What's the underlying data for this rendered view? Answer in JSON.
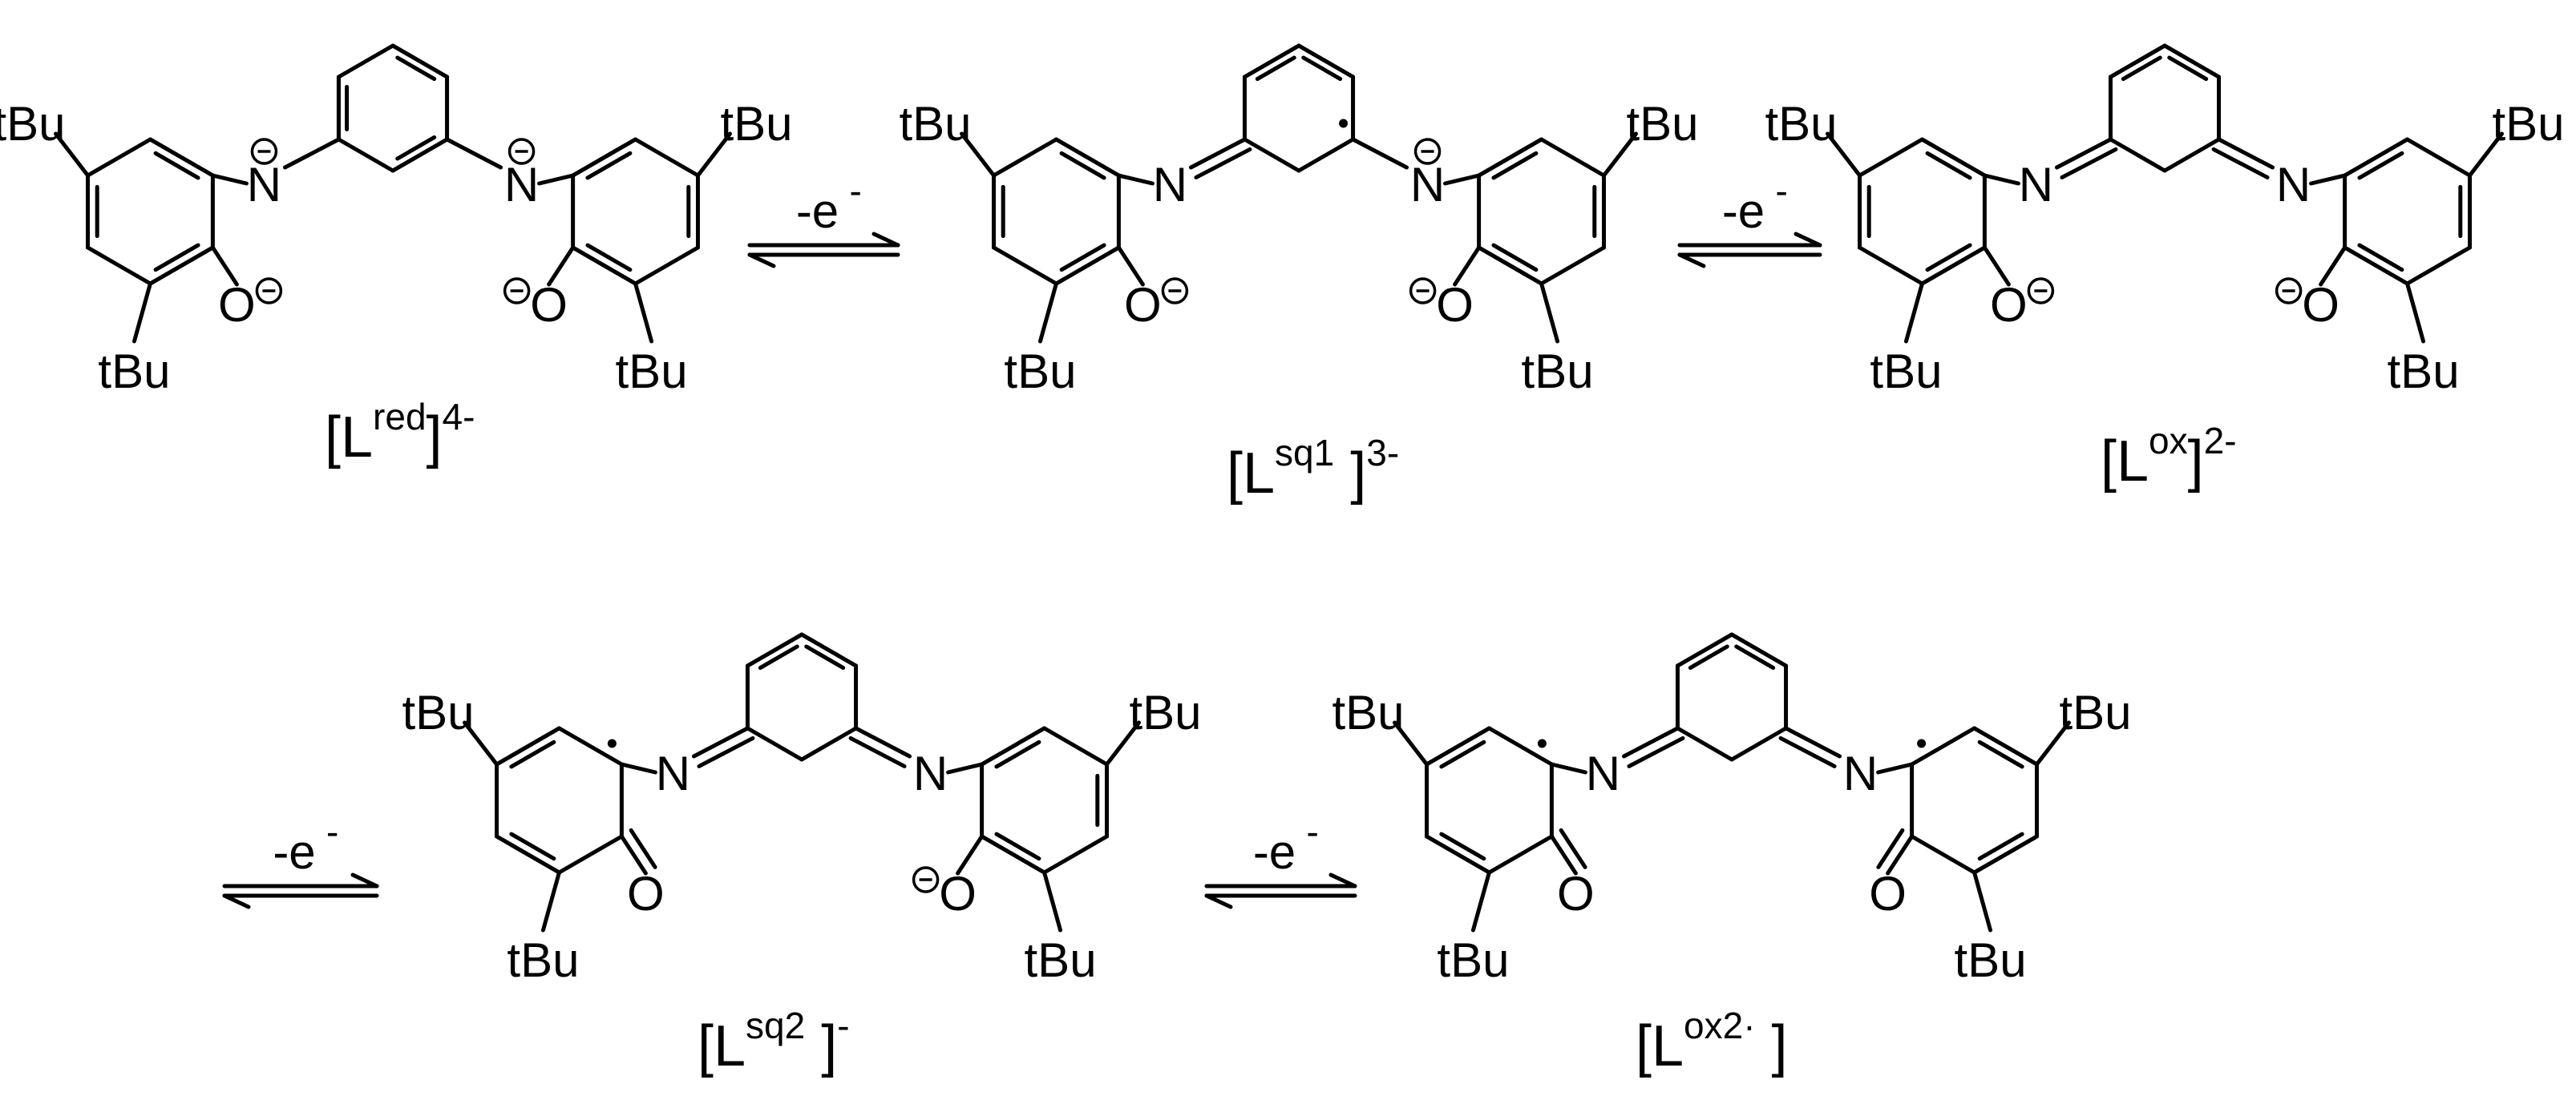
{
  "step_label": "-e",
  "step_label_sup": "-",
  "group_tbu": "tBu",
  "atom_n": "N",
  "atom_o": "O",
  "species": [
    {
      "open": "[L",
      "sup": "red",
      "close": "]",
      "charge": "4-"
    },
    {
      "open": "[L",
      "sup": "sq1",
      "close": " ]",
      "charge": "3-"
    },
    {
      "open": "[L",
      "sup": "ox",
      "close": "]",
      "charge": "2-"
    },
    {
      "open": "[L",
      "sup": "sq2",
      "close": " ]",
      "charge": "-"
    },
    {
      "open": "[L",
      "sup": "ox2·",
      "close": " ]",
      "charge": ""
    }
  ]
}
